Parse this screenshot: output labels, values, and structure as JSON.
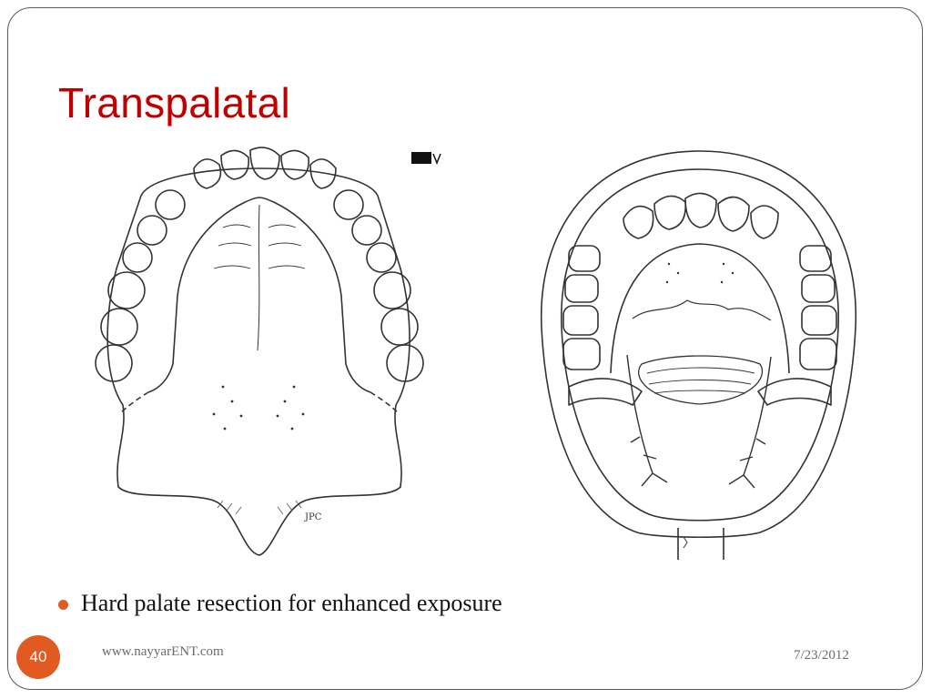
{
  "slide": {
    "title": "Transpalatal",
    "bullets": [
      "Hard palate resection for enhanced exposure"
    ],
    "page_number": "40",
    "footer_site": "www.nayyarENT.com",
    "date": "7/23/2012",
    "figure_left_signature": "JPC"
  },
  "colors": {
    "title": "#c00000",
    "accent": "#e15a1f",
    "footer_text": "#6b6b6b"
  }
}
